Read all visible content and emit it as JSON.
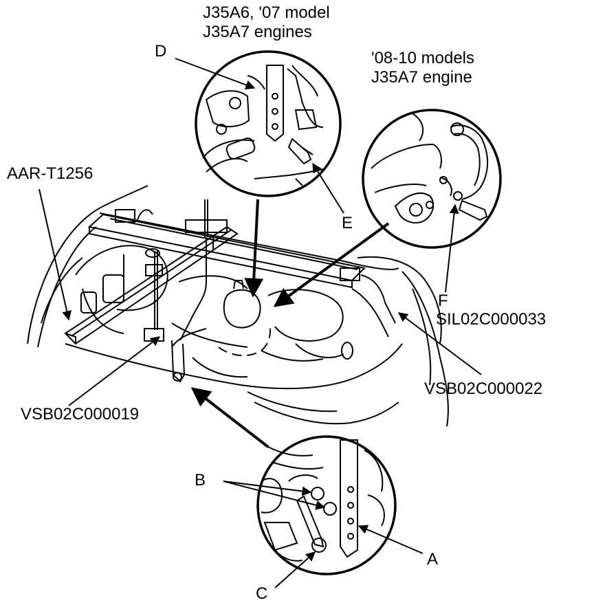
{
  "callouts": {
    "inset_top_title_line1": "J35A6, '07 model",
    "inset_top_title_line2": "J35A7 engines",
    "inset_right_title_line1": "'08-10 models",
    "inset_right_title_line2": "J35A7 engine",
    "label_d": "D",
    "label_e": "E",
    "label_f": "F",
    "label_b": "B",
    "label_c": "C",
    "label_a": "A",
    "tool_aar": "AAR-T1256",
    "part_sil": "SIL02C000033",
    "part_vsb_022": "VSB02C000022",
    "part_vsb_019": "VSB02C000019"
  }
}
